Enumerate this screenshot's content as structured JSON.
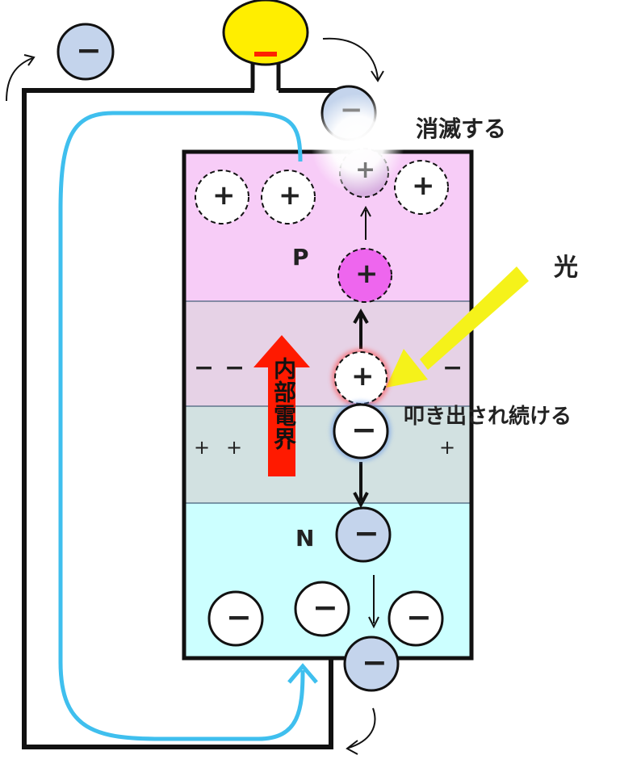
{
  "labels": {
    "annihilate": "消滅する",
    "light": "光",
    "p_region": "P",
    "n_region": "N",
    "internal_field": "内部電界",
    "ejected": "叩き出され続ける"
  },
  "symbols": {
    "hole": "+",
    "electron": "−"
  },
  "colors": {
    "p_region": "#f7ccf7",
    "depletion_p": "#e6d2e6",
    "depletion_n": "#d2e1e1",
    "n_region": "#ccffff",
    "wire": "#111111",
    "current_path": "#3fbfee",
    "light_arrow": "#f5f21a",
    "field_arrow": "#ff1a00",
    "bulb": "#ffee00",
    "free_electron": "#c4d4ec",
    "moving_hole": "#ee66ee"
  }
}
